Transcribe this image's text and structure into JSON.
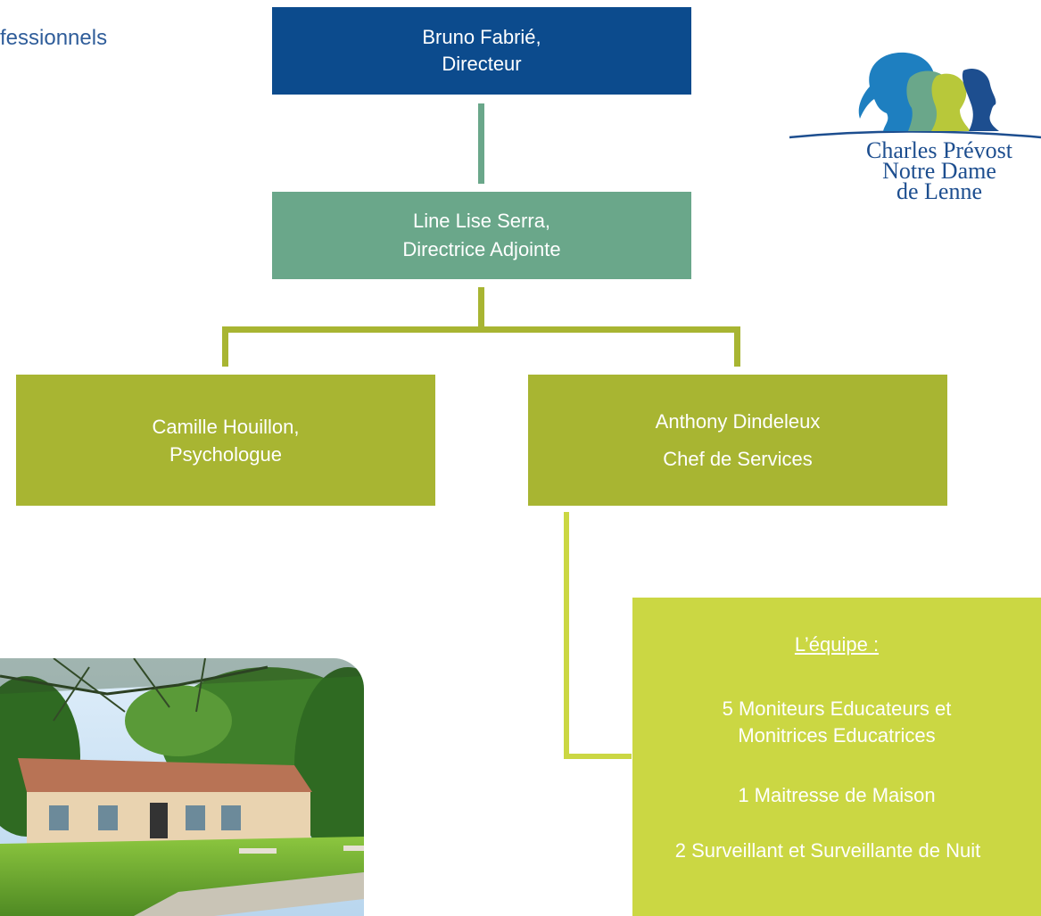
{
  "header": {
    "title": "fessionnels"
  },
  "org": {
    "director": {
      "line1": "Bruno Fabrié,",
      "line2": "Directeur"
    },
    "deputy": {
      "line1": "Line Lise Serra,",
      "line2": "Directrice Adjointe"
    },
    "psychologist": {
      "line1": "Camille Houillon,",
      "line2": "Psychologue"
    },
    "head_of_services": {
      "line1": "Anthony Dindeleux",
      "line2": "Chef de Services"
    },
    "team": {
      "heading": "L’équipe :",
      "items": [
        {
          "line1": "5 Moniteurs Educateurs et",
          "line2": "Monitrices Educatrices"
        },
        {
          "line1": "1 Maitresse de Maison"
        },
        {
          "line1": "2 Surveillant et Surveillante de Nuit"
        }
      ]
    }
  },
  "logo": {
    "line1": "Charles Prévost",
    "line2": "Notre Dame",
    "line3": "de Lenne"
  },
  "colors": {
    "director": "#0c4b8d",
    "deputy": "#6aa78a",
    "staff": "#a8b532",
    "team": "#cbd743"
  }
}
